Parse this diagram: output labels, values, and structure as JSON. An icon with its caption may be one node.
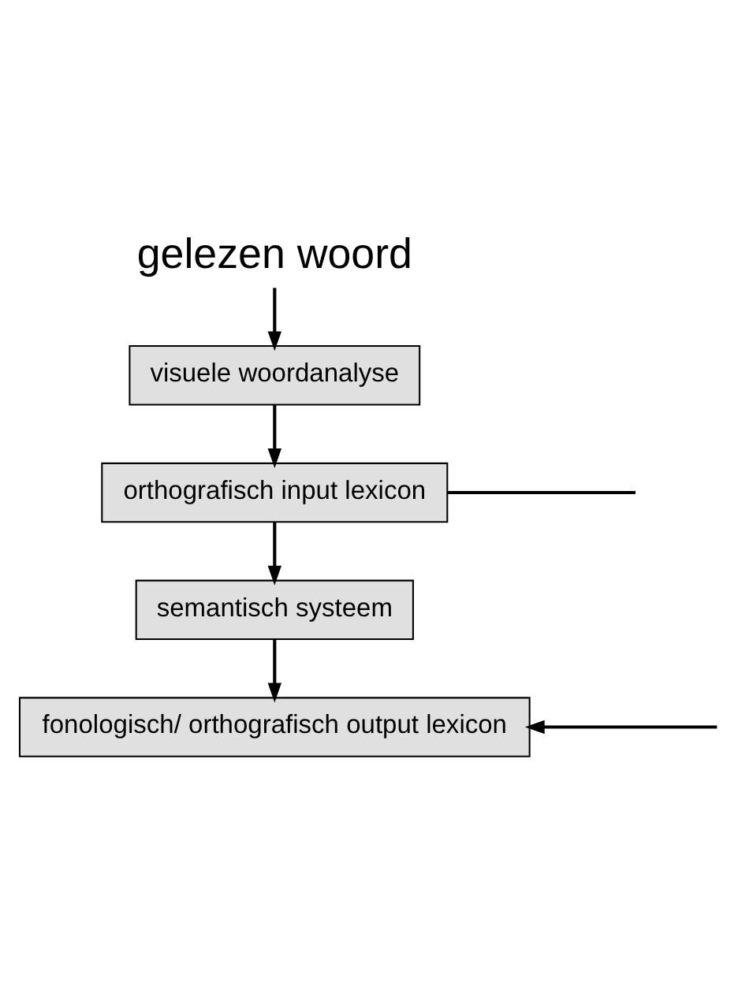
{
  "diagram": {
    "nodes": [
      {
        "text": [
          "gelezen woord"
        ]
      },
      {
        "text": [
          "visuele woordanalyse"
        ]
      },
      {
        "text": [
          "orthografisch input lexicon"
        ]
      },
      {
        "text": [
          "semantisch systeem"
        ]
      },
      {
        "text": [
          "fonologisch/ orthografisch output lexicon"
        ]
      }
    ],
    "edges": [
      {
        "from": 0,
        "to": 1,
        "arrow": "to"
      },
      {
        "from": 1,
        "to": 2,
        "arrow": "to"
      },
      {
        "from": 2,
        "to": 3,
        "arrow": "to"
      },
      {
        "from": 3,
        "to": 4,
        "arrow": "to"
      },
      {
        "from": 2,
        "to": null,
        "arrow": "none"
      },
      {
        "from": null,
        "to": 4,
        "arrow": "to"
      }
    ]
  }
}
